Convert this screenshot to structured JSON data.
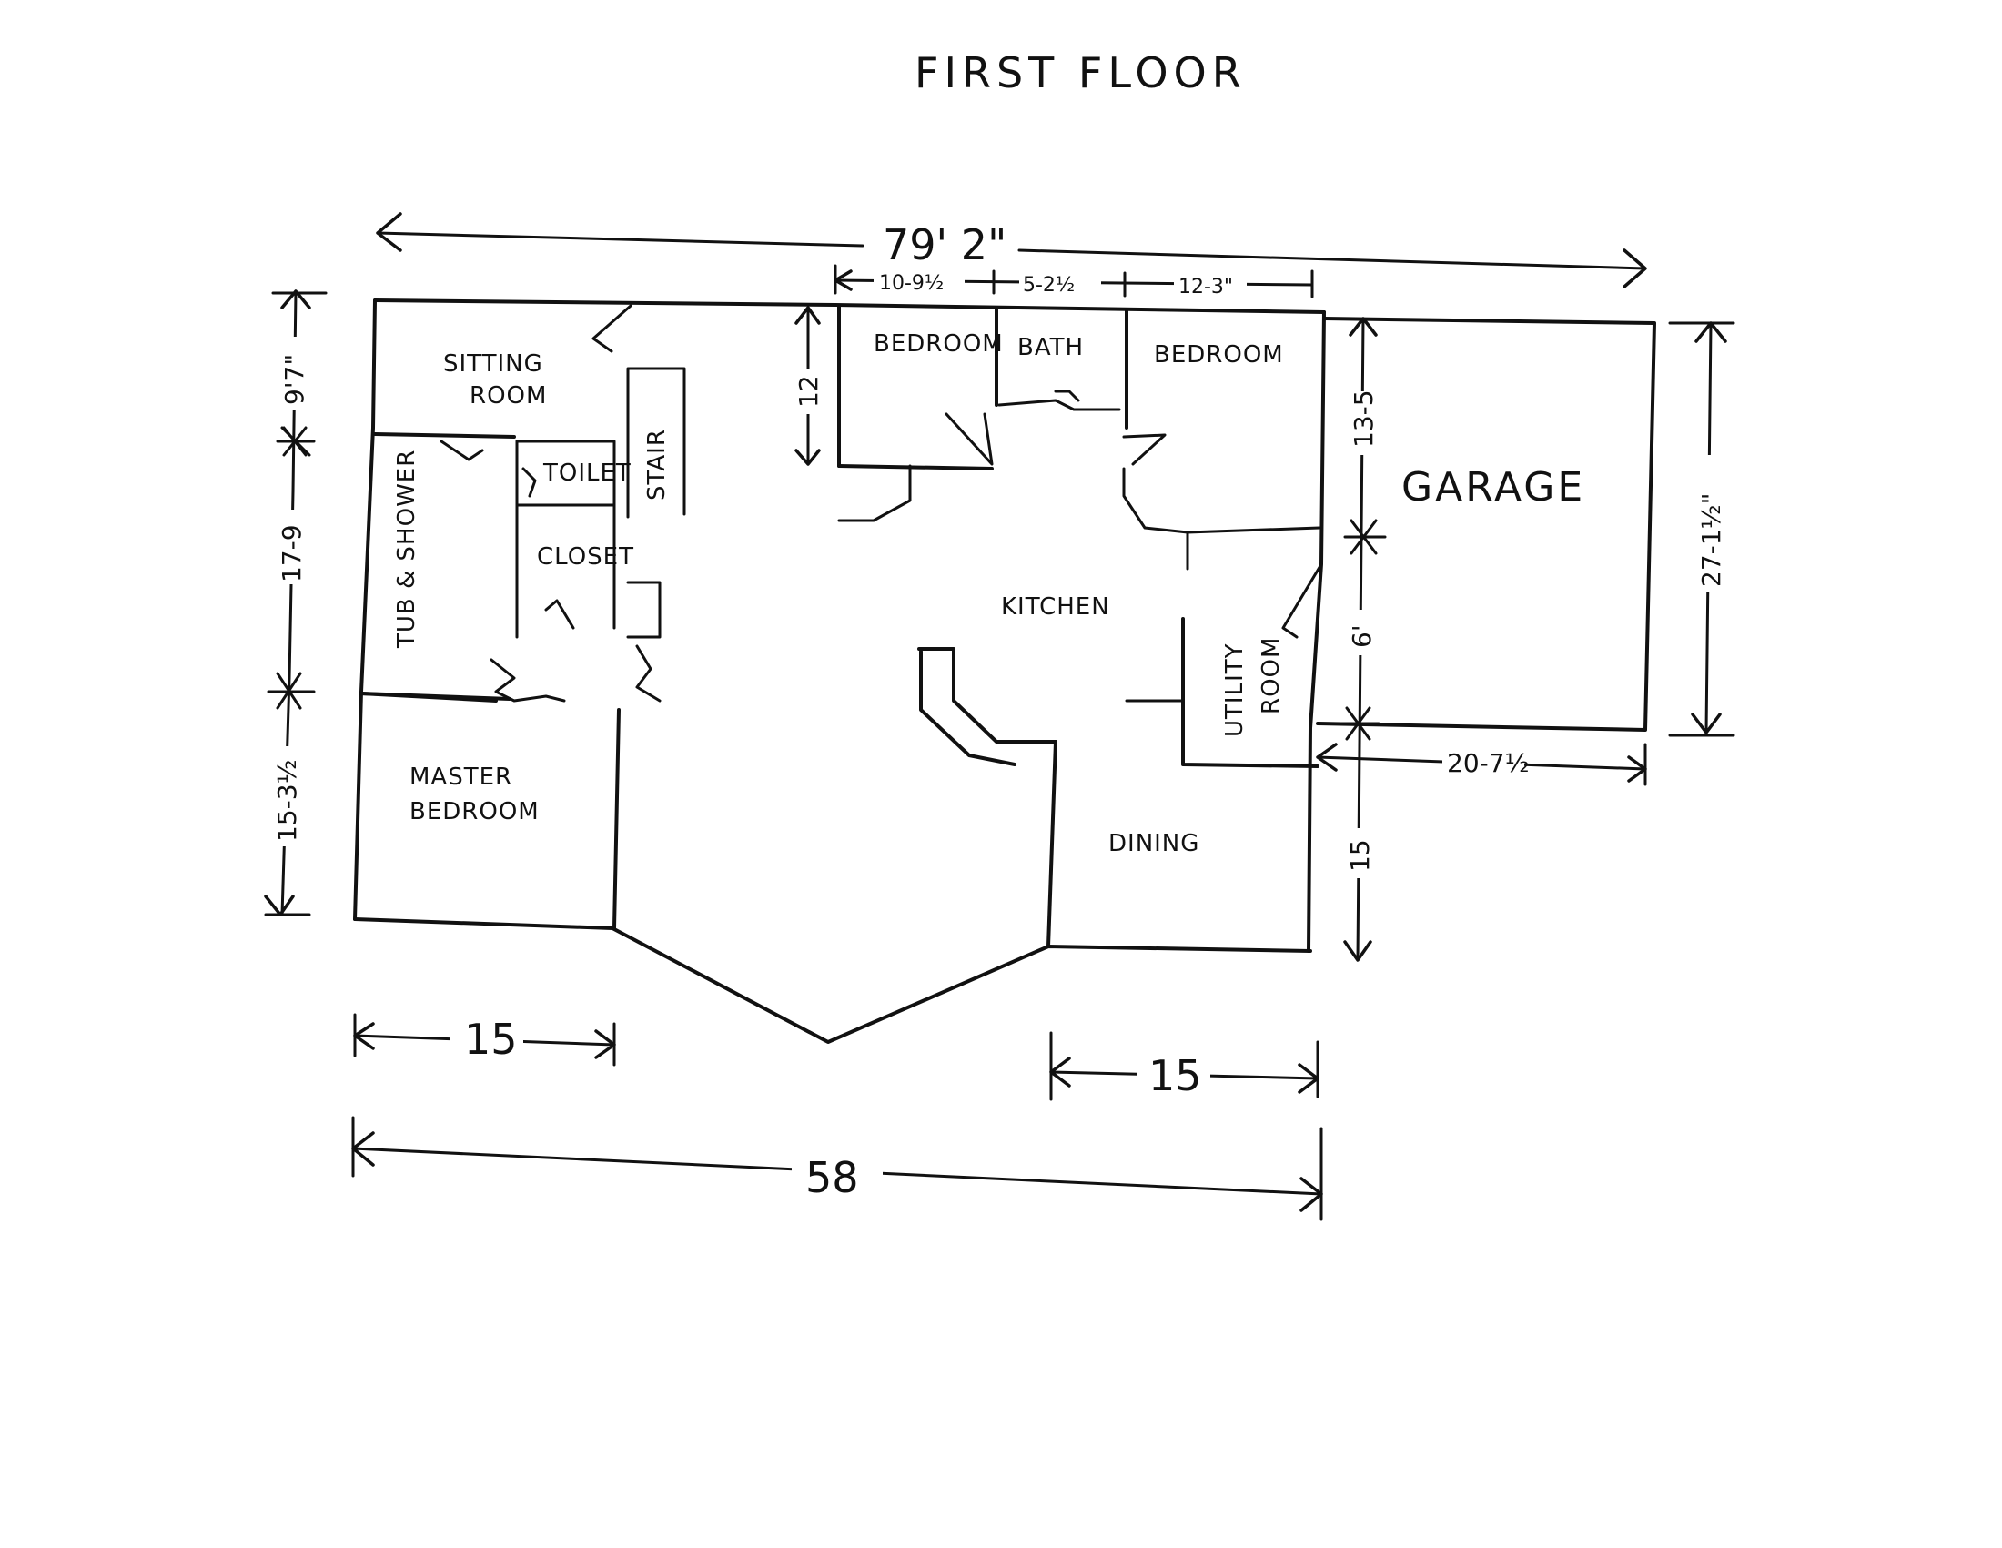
{
  "title": "FIRST FLOOR",
  "rooms": {
    "sitting_room": [
      "SITTING",
      "ROOM"
    ],
    "tub_shower": "TUB & SHOWER",
    "toilet": "TOILET",
    "stair": "STAIR",
    "closet": "CLOSET",
    "master_bedroom": [
      "MASTER",
      "BEDROOM"
    ],
    "bedroom_left": "BEDROOM",
    "bath": "BATH",
    "bedroom_right": "BEDROOM",
    "kitchen": "KITCHEN",
    "utility_room": [
      "UTILITY",
      "ROOM"
    ],
    "dining": "DINING",
    "garage": "GARAGE"
  },
  "dimensions": {
    "overall_width": "79' 2\"",
    "overall_depth_left": "58",
    "bedroom_left_width": "10-9½",
    "bath_width": "5-2½",
    "bedroom_right_width": "12-3\"",
    "bedroom_depth": "12",
    "sitting_depth": "9'7\"",
    "middle_depth": "17-9",
    "master_depth": "15-3½",
    "master_width": "15",
    "dining_width": "15",
    "right_bedroom_depth": "13-5",
    "utility_depth": "6'",
    "dining_depth": "15",
    "garage_depth": "27-1½\"",
    "garage_width": "20-7½"
  }
}
